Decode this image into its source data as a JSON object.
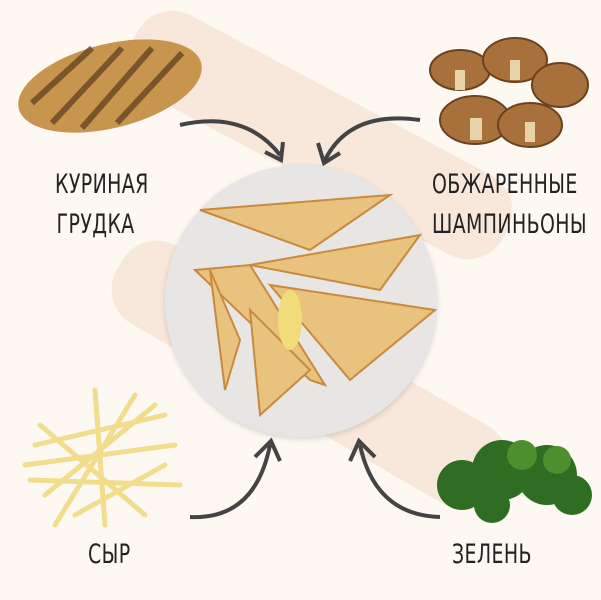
{
  "ingredients": {
    "chicken": {
      "line1": "КУРИНАЯ",
      "line2": "ГРУДКА"
    },
    "mushrooms": {
      "line1": "ОБЖАРЕННЫЕ",
      "line2": "ШАМПИНЬОНЫ"
    },
    "cheese": {
      "line1": "СЫР"
    },
    "greens": {
      "line1": "ЗЕЛЕНЬ"
    }
  },
  "colors": {
    "background": "#fdf9f2",
    "plate": "#e7e6e4",
    "arrow": "#444444"
  }
}
